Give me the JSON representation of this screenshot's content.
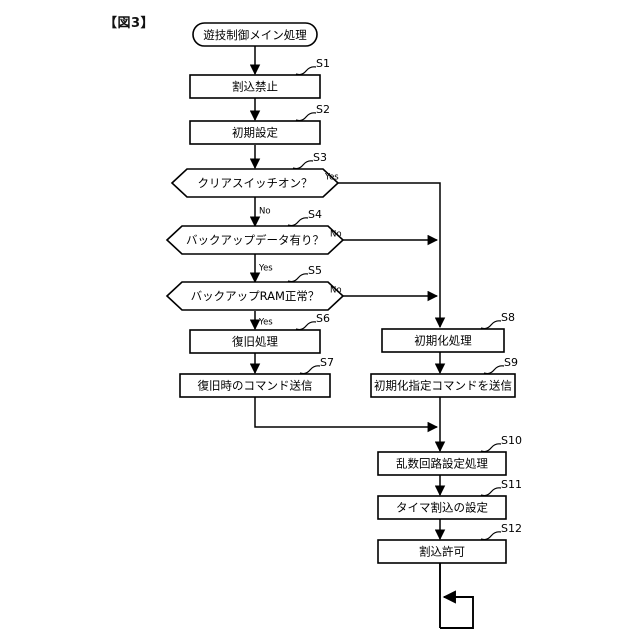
{
  "figure": {
    "title": "【図3】",
    "kind": "flowchart",
    "language": "ja"
  },
  "nodes": [
    {
      "id": "start",
      "shape": "terminator",
      "label": "遊技制御メイン処理",
      "step": ""
    },
    {
      "id": "s1",
      "shape": "process",
      "label": "割込禁止",
      "step": "S1"
    },
    {
      "id": "s2",
      "shape": "process",
      "label": "初期設定",
      "step": "S2"
    },
    {
      "id": "s3",
      "shape": "decision",
      "label": "クリアスイッチオン？",
      "step": "S3"
    },
    {
      "id": "s4",
      "shape": "decision",
      "label": "バックアップデータ有り？",
      "step": "S4"
    },
    {
      "id": "s5",
      "shape": "decision",
      "label": "バックアップRAM正常？",
      "step": "S5"
    },
    {
      "id": "s6",
      "shape": "process",
      "label": "復旧処理",
      "step": "S6"
    },
    {
      "id": "s7",
      "shape": "process",
      "label": "復旧時のコマンド送信",
      "step": "S7"
    },
    {
      "id": "s8",
      "shape": "process",
      "label": "初期化処理",
      "step": "S8"
    },
    {
      "id": "s9",
      "shape": "process",
      "label": "初期化指定コマンドを送信",
      "step": "S9"
    },
    {
      "id": "s10",
      "shape": "process",
      "label": "乱数回路設定処理",
      "step": "S10"
    },
    {
      "id": "s11",
      "shape": "process",
      "label": "タイマ割込の設定",
      "step": "S11"
    },
    {
      "id": "s12",
      "shape": "process",
      "label": "割込許可",
      "step": "S12"
    }
  ],
  "branch_labels": {
    "s3_yes": "Yes",
    "s3_no": "No",
    "s4_no": "No",
    "s4_yes": "Yes",
    "s5_no": "No",
    "s5_yes": "Yes"
  },
  "step_labels": {
    "s1": "S1",
    "s2": "S2",
    "s3": "S3",
    "s4": "S4",
    "s5": "S5",
    "s6": "S6",
    "s7": "S7",
    "s8": "S8",
    "s9": "S9",
    "s10": "S10",
    "s11": "S11",
    "s12": "S12"
  },
  "colors": {
    "background": "#ffffff",
    "stroke": "#000000",
    "text": "#000000"
  }
}
